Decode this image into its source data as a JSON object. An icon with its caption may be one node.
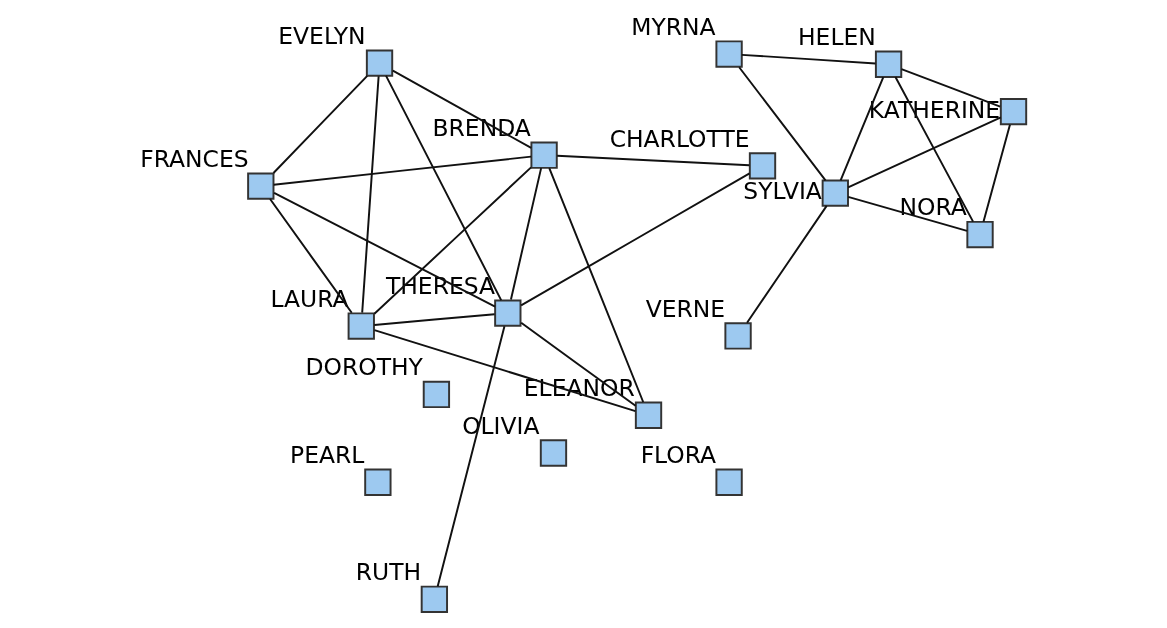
{
  "diagram": {
    "nodes": [
      {
        "text": [
          "DOROTHY"
        ]
      },
      {
        "text": [
          "FRANCES"
        ]
      },
      {
        "text": [
          "OLIVIA"
        ]
      },
      {
        "text": [
          "LAURA"
        ]
      },
      {
        "text": [
          "FLORA"
        ]
      },
      {
        "text": [
          "ELEANOR"
        ]
      },
      {
        "text": [
          "BRENDA"
        ]
      },
      {
        "text": [
          "CHARLOTTE"
        ]
      },
      {
        "text": [
          "EVELYN"
        ]
      },
      {
        "text": [
          "RUTH"
        ]
      },
      {
        "text": [
          "THERESA"
        ]
      },
      {
        "text": [
          "PEARL"
        ]
      },
      {
        "text": [
          "VERNE"
        ]
      },
      {
        "text": [
          "SYLVIA"
        ]
      },
      {
        "text": [
          "NORA"
        ]
      },
      {
        "text": [
          "KATHERINE"
        ]
      },
      {
        "text": [
          "HELEN"
        ]
      },
      {
        "text": [
          "MYRNA"
        ]
      }
    ],
    "edges": [
      {
        "from": 1,
        "to": 3,
        "arrow": "none"
      },
      {
        "from": 1,
        "to": 8,
        "arrow": "none"
      },
      {
        "from": 1,
        "to": 6,
        "arrow": "none"
      },
      {
        "from": 1,
        "to": 10,
        "arrow": "none"
      },
      {
        "from": 5,
        "to": 3,
        "arrow": "none"
      },
      {
        "from": 5,
        "to": 6,
        "arrow": "none"
      },
      {
        "from": 5,
        "to": 10,
        "arrow": "none"
      },
      {
        "from": 3,
        "to": 6,
        "arrow": "none"
      },
      {
        "from": 3,
        "to": 8,
        "arrow": "none"
      },
      {
        "from": 3,
        "to": 10,
        "arrow": "none"
      },
      {
        "from": 6,
        "to": 8,
        "arrow": "none"
      },
      {
        "from": 6,
        "to": 7,
        "arrow": "none"
      },
      {
        "from": 6,
        "to": 10,
        "arrow": "none"
      },
      {
        "from": 8,
        "to": 10,
        "arrow": "none"
      },
      {
        "from": 7,
        "to": 10,
        "arrow": "none"
      },
      {
        "from": 9,
        "to": 10,
        "arrow": "none"
      },
      {
        "from": 12,
        "to": 13,
        "arrow": "none"
      },
      {
        "from": 13,
        "to": 15,
        "arrow": "none"
      },
      {
        "from": 13,
        "to": 16,
        "arrow": "none"
      },
      {
        "from": 13,
        "to": 14,
        "arrow": "none"
      },
      {
        "from": 13,
        "to": 17,
        "arrow": "none"
      },
      {
        "from": 15,
        "to": 14,
        "arrow": "none"
      },
      {
        "from": 15,
        "to": 16,
        "arrow": "none"
      },
      {
        "from": 16,
        "to": 14,
        "arrow": "none"
      },
      {
        "from": 16,
        "to": 17,
        "arrow": "none"
      }
    ]
  }
}
